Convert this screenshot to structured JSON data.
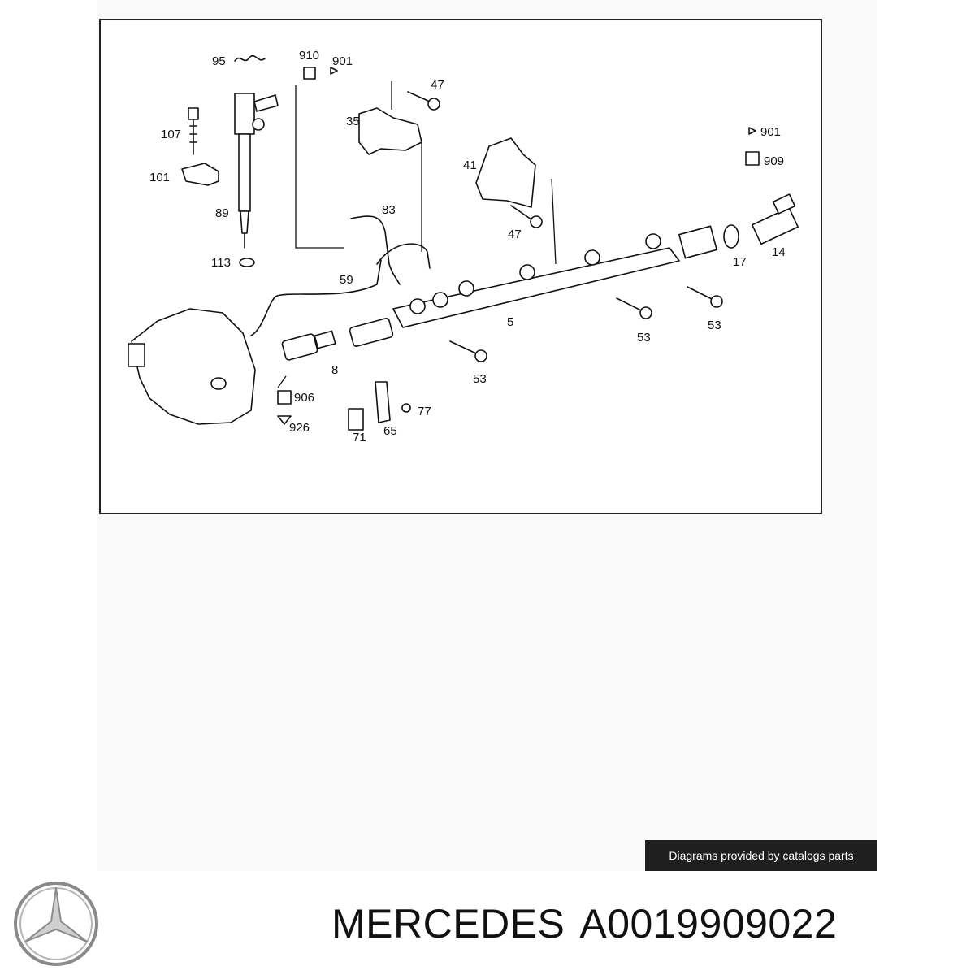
{
  "diagram": {
    "labels": [
      {
        "id": "95",
        "text": "95"
      },
      {
        "id": "910",
        "text": "910"
      },
      {
        "id": "901a",
        "text": "901"
      },
      {
        "id": "47a",
        "text": "47"
      },
      {
        "id": "35",
        "text": "35"
      },
      {
        "id": "107",
        "text": "107"
      },
      {
        "id": "101",
        "text": "101"
      },
      {
        "id": "89",
        "text": "89"
      },
      {
        "id": "113",
        "text": "113"
      },
      {
        "id": "83",
        "text": "83"
      },
      {
        "id": "41",
        "text": "41"
      },
      {
        "id": "47b",
        "text": "47"
      },
      {
        "id": "901b",
        "text": "901"
      },
      {
        "id": "909",
        "text": "909"
      },
      {
        "id": "17",
        "text": "17"
      },
      {
        "id": "14",
        "text": "14"
      },
      {
        "id": "59",
        "text": "59"
      },
      {
        "id": "5",
        "text": "5"
      },
      {
        "id": "53a",
        "text": "53"
      },
      {
        "id": "53b",
        "text": "53"
      },
      {
        "id": "53c",
        "text": "53"
      },
      {
        "id": "8",
        "text": "8"
      },
      {
        "id": "906",
        "text": "906"
      },
      {
        "id": "926",
        "text": "926"
      },
      {
        "id": "77",
        "text": "77"
      },
      {
        "id": "71",
        "text": "71"
      },
      {
        "id": "65",
        "text": "65"
      }
    ]
  },
  "credit": {
    "text": "Diagrams provided by catalogs parts"
  },
  "brand": {
    "name": "MERCEDES",
    "part_number": "A0019909022"
  }
}
